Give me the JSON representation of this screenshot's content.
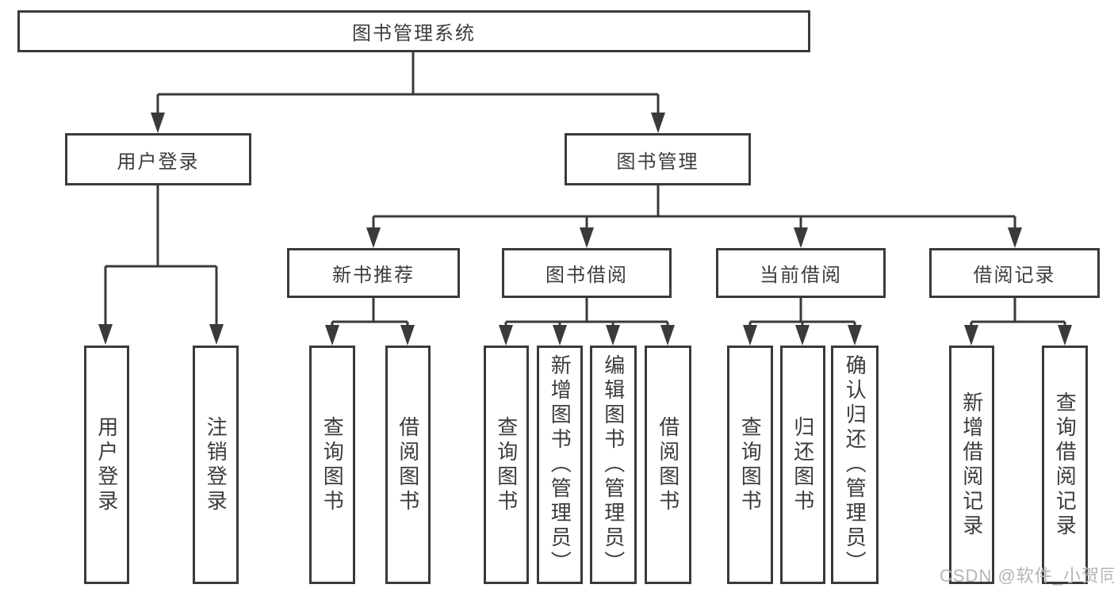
{
  "diagram_type": "hierarchy-tree",
  "colors": {
    "line": "#3a3a3a",
    "box_border": "#3a3a3a",
    "text": "#3c3c3c",
    "background": "#ffffff",
    "watermark": "#b5b5b5"
  },
  "watermark": {
    "text": "CSDN @软件_小贺同学"
  },
  "hierarchy": {
    "label": "图书管理系统",
    "children": [
      {
        "label": "用户登录",
        "children": [
          {
            "label": "用户登录"
          },
          {
            "label": "注销登录"
          }
        ]
      },
      {
        "label": "图书管理",
        "children": [
          {
            "label": "新书推荐",
            "children": [
              {
                "label": "查询图书"
              },
              {
                "label": "借阅图书"
              }
            ]
          },
          {
            "label": "图书借阅",
            "children": [
              {
                "label": "查询图书"
              },
              {
                "label": "新增图书（管理员）"
              },
              {
                "label": "编辑图书（管理员）"
              },
              {
                "label": "借阅图书"
              }
            ]
          },
          {
            "label": "当前借阅",
            "children": [
              {
                "label": "查询图书"
              },
              {
                "label": "归还图书"
              },
              {
                "label": "确认归还（管理员）"
              }
            ]
          },
          {
            "label": "借阅记录",
            "children": [
              {
                "label": "新增借阅记录"
              },
              {
                "label": "查询借阅记录"
              }
            ]
          }
        ]
      }
    ]
  }
}
